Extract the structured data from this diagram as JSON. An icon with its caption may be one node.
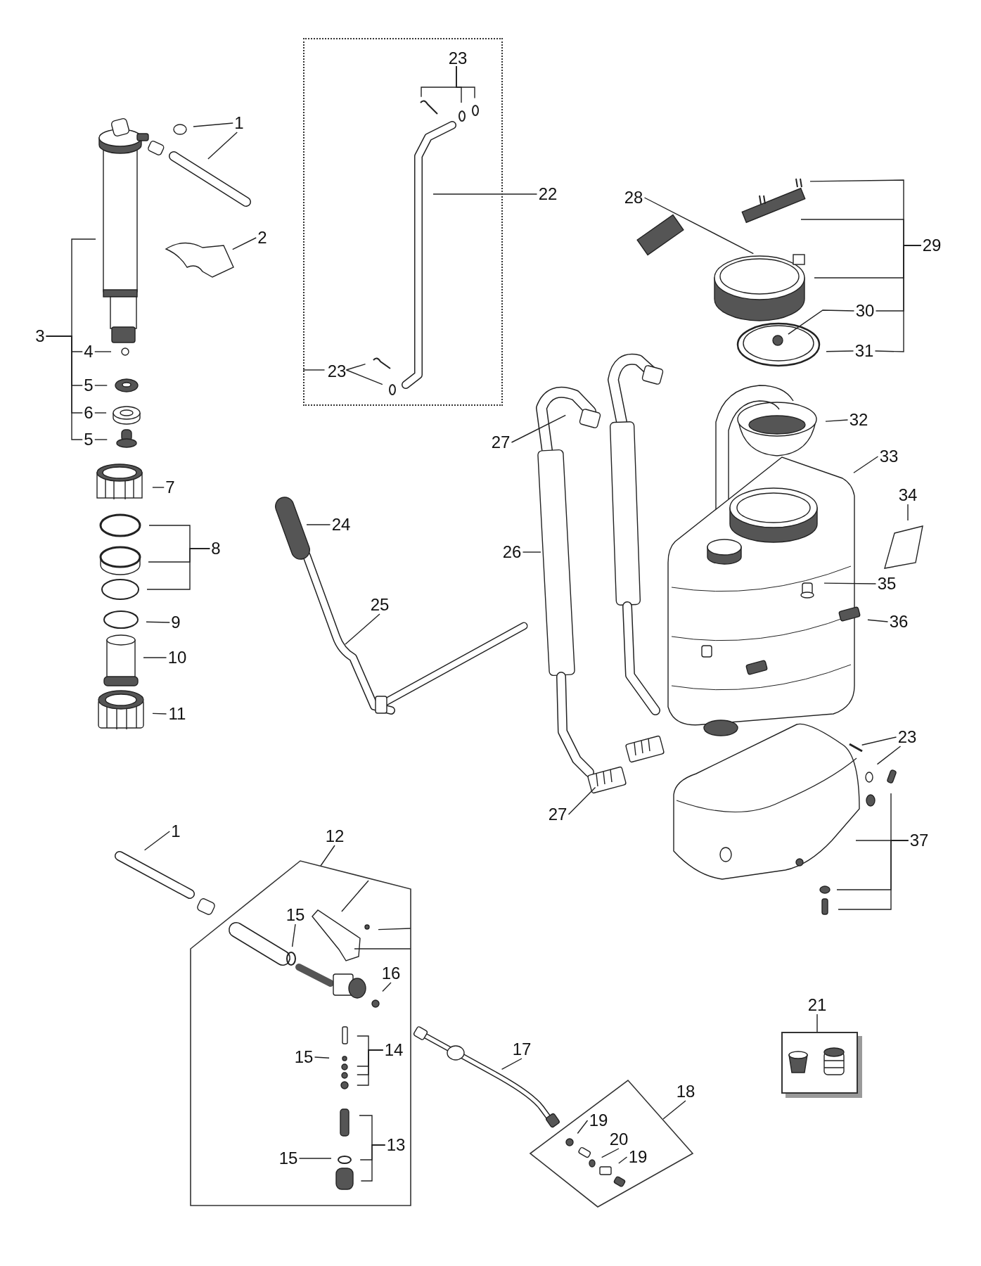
{
  "diagram": {
    "nodes": [
      {
        "text": [
          "1"
        ]
      },
      {
        "text": [
          "2"
        ]
      },
      {
        "text": [
          "3"
        ]
      },
      {
        "text": [
          "4"
        ]
      },
      {
        "text": [
          "5"
        ]
      },
      {
        "text": [
          "6"
        ]
      },
      {
        "text": [
          "5"
        ]
      },
      {
        "text": [
          "7"
        ]
      },
      {
        "text": [
          "8"
        ]
      },
      {
        "text": [
          "9"
        ]
      },
      {
        "text": [
          "10"
        ]
      },
      {
        "text": [
          "11"
        ]
      },
      {
        "text": [],
        "shape": "box"
      },
      {
        "text": [
          "23"
        ],
        "in": 12
      },
      {
        "text": [
          "22"
        ]
      },
      {
        "text": [
          "23"
        ],
        "in": 12
      },
      {
        "text": [
          "24"
        ]
      },
      {
        "text": [
          "25"
        ]
      },
      {
        "text": [
          "26"
        ]
      },
      {
        "text": [
          "27"
        ]
      },
      {
        "text": [
          "27"
        ]
      },
      {
        "text": [
          "28"
        ]
      },
      {
        "text": [
          "29"
        ]
      },
      {
        "text": [
          "30"
        ]
      },
      {
        "text": [
          "31"
        ]
      },
      {
        "text": [
          "32"
        ]
      },
      {
        "text": [
          "33"
        ]
      },
      {
        "text": [
          "34"
        ]
      },
      {
        "text": [
          "35"
        ]
      },
      {
        "text": [
          "36"
        ]
      },
      {
        "text": [
          "23"
        ]
      },
      {
        "text": [
          "37"
        ]
      },
      {
        "text": [
          "1"
        ]
      },
      {
        "text": [
          "12"
        ]
      },
      {
        "text": [],
        "shape": "box"
      },
      {
        "text": [
          "15"
        ],
        "in": 34
      },
      {
        "text": [
          "16"
        ],
        "in": 34
      },
      {
        "text": [
          "14"
        ],
        "in": 34
      },
      {
        "text": [
          "15"
        ],
        "in": 34
      },
      {
        "text": [
          "13"
        ],
        "in": 34
      },
      {
        "text": [
          "15"
        ],
        "in": 34
      },
      {
        "text": [
          "17"
        ]
      },
      {
        "text": [
          "18"
        ]
      },
      {
        "text": [],
        "shape": "box"
      },
      {
        "text": [
          "19"
        ],
        "in": 43
      },
      {
        "text": [
          "20"
        ],
        "in": 43
      },
      {
        "text": [
          "19"
        ],
        "in": 43
      },
      {
        "text": [
          "21"
        ]
      },
      {
        "text": [],
        "shape": "box"
      }
    ],
    "edges": [
      {
        "from": 0,
        "to": null,
        "arrow": "none"
      },
      {
        "from": 0,
        "to": null,
        "arrow": "none"
      },
      {
        "from": 1,
        "to": null,
        "arrow": "none"
      },
      {
        "from": 2,
        "to": null,
        "arrow": "none"
      },
      {
        "from": 2,
        "to": 3,
        "arrow": "none"
      },
      {
        "from": 2,
        "to": 4,
        "arrow": "none"
      },
      {
        "from": 2,
        "to": 5,
        "arrow": "none"
      },
      {
        "from": 2,
        "to": 6,
        "arrow": "none"
      },
      {
        "from": 3,
        "to": null,
        "arrow": "none"
      },
      {
        "from": 4,
        "to": null,
        "arrow": "none"
      },
      {
        "from": 5,
        "to": null,
        "arrow": "none"
      },
      {
        "from": 6,
        "to": null,
        "arrow": "none"
      },
      {
        "from": 7,
        "to": null,
        "arrow": "none"
      },
      {
        "from": 8,
        "to": null,
        "arrow": "none"
      },
      {
        "from": 8,
        "to": null,
        "arrow": "none"
      },
      {
        "from": 8,
        "to": null,
        "arrow": "none"
      },
      {
        "from": 9,
        "to": null,
        "arrow": "none"
      },
      {
        "from": 10,
        "to": null,
        "arrow": "none"
      },
      {
        "from": 11,
        "to": null,
        "arrow": "none"
      },
      {
        "from": 13,
        "to": null,
        "arrow": "none"
      },
      {
        "from": 13,
        "to": null,
        "arrow": "none"
      },
      {
        "from": 13,
        "to": null,
        "arrow": "none"
      },
      {
        "from": 14,
        "to": null,
        "arrow": "none"
      },
      {
        "from": 15,
        "to": 12,
        "arrow": "none"
      },
      {
        "from": 15,
        "to": null,
        "arrow": "none"
      },
      {
        "from": 15,
        "to": null,
        "arrow": "none"
      },
      {
        "from": 16,
        "to": null,
        "arrow": "none"
      },
      {
        "from": 17,
        "to": null,
        "arrow": "none"
      },
      {
        "from": 18,
        "to": null,
        "arrow": "none"
      },
      {
        "from": 19,
        "to": null,
        "arrow": "none"
      },
      {
        "from": 20,
        "to": null,
        "arrow": "none"
      },
      {
        "from": 21,
        "to": null,
        "arrow": "none"
      },
      {
        "from": 22,
        "to": null,
        "arrow": "none"
      },
      {
        "from": 22,
        "to": null,
        "arrow": "none"
      },
      {
        "from": 22,
        "to": null,
        "arrow": "none"
      },
      {
        "from": 22,
        "to": 23,
        "arrow": "none"
      },
      {
        "from": 22,
        "to": 24,
        "arrow": "none"
      },
      {
        "from": 23,
        "to": null,
        "arrow": "none"
      },
      {
        "from": 24,
        "to": null,
        "arrow": "none"
      },
      {
        "from": 25,
        "to": null,
        "arrow": "none"
      },
      {
        "from": 26,
        "to": null,
        "arrow": "none"
      },
      {
        "from": 27,
        "to": null,
        "arrow": "none"
      },
      {
        "from": 28,
        "to": null,
        "arrow": "none"
      },
      {
        "from": 29,
        "to": null,
        "arrow": "none"
      },
      {
        "from": 30,
        "to": null,
        "arrow": "none"
      },
      {
        "from": 30,
        "to": null,
        "arrow": "none"
      },
      {
        "from": 31,
        "to": null,
        "arrow": "none"
      },
      {
        "from": 31,
        "to": null,
        "arrow": "none"
      },
      {
        "from": 31,
        "to": null,
        "arrow": "none"
      },
      {
        "from": 31,
        "to": null,
        "arrow": "none"
      },
      {
        "from": 32,
        "to": null,
        "arrow": "none"
      },
      {
        "from": 33,
        "to": 34,
        "arrow": "none"
      },
      {
        "from": 34,
        "to": null,
        "arrow": "none"
      },
      {
        "from": 34,
        "to": null,
        "arrow": "none"
      },
      {
        "from": 34,
        "to": null,
        "arrow": "none"
      },
      {
        "from": 35,
        "to": null,
        "arrow": "none"
      },
      {
        "from": 36,
        "to": null,
        "arrow": "none"
      },
      {
        "from": 37,
        "to": null,
        "arrow": "none"
      },
      {
        "from": 37,
        "to": null,
        "arrow": "none"
      },
      {
        "from": 37,
        "to": null,
        "arrow": "none"
      },
      {
        "from": 37,
        "to": null,
        "arrow": "none"
      },
      {
        "from": 38,
        "to": null,
        "arrow": "none"
      },
      {
        "from": 39,
        "to": null,
        "arrow": "none"
      },
      {
        "from": 39,
        "to": null,
        "arrow": "none"
      },
      {
        "from": 39,
        "to": null,
        "arrow": "none"
      },
      {
        "from": 40,
        "to": null,
        "arrow": "none"
      },
      {
        "from": 41,
        "to": null,
        "arrow": "none"
      },
      {
        "from": 42,
        "to": 43,
        "arrow": "none"
      },
      {
        "from": 44,
        "to": null,
        "arrow": "none"
      },
      {
        "from": 45,
        "to": null,
        "arrow": "none"
      },
      {
        "from": 46,
        "to": null,
        "arrow": "none"
      },
      {
        "from": 47,
        "to": 48,
        "arrow": "none"
      }
    ]
  }
}
